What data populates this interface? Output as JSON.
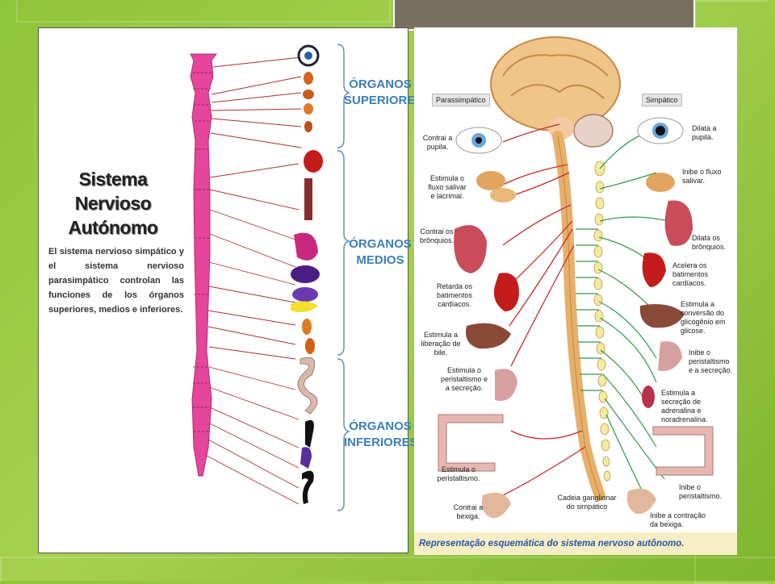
{
  "left_panel": {
    "title_line1": "Sistema Nervioso",
    "title_line2": "Autónomo",
    "description": "El sistema nervioso simpático y el sistema nervioso parasimpático controlan las funciones de los órganos superiores, medios e inferiores.",
    "groups": {
      "superior_line1": "ÓRGANOS",
      "superior_line2": "SUPERIORES",
      "medio_line1": "ÓRGANOS",
      "medio_line2": "MEDIOS",
      "inferior_line1": "ÓRGANOS",
      "inferior_line2": "INFERIORES"
    }
  },
  "right_panel": {
    "header_left": "Parassimpático",
    "header_right": "Simpático",
    "left_labels": {
      "pupila": "Contrai a pupila.",
      "salivar": "Estimula o fluxo salivar e lacrimal.",
      "bronquios": "Contrai os brônquios.",
      "cardiacos": "Retarda os batimentos cardíacos.",
      "bile": "Estimula a liberação de bile.",
      "peristaltismo_sec": "Estimula o peristaltismo e a secreção.",
      "peristaltismo": "Estimula o peristaltismo.",
      "bexiga": "Contrai a bexiga."
    },
    "right_labels": {
      "pupila": "Dilata a pupila.",
      "salivar": "Inibe o fluxo salivar.",
      "bronquios": "Dilata os brônquios.",
      "cardiacos": "Acelera os batimentos cardíacos.",
      "glicogenio": "Estimula a conversão do glicogênio em glicose.",
      "peristaltismo_sec": "Inibe o peristaltismo e a secreção.",
      "adrenalina": "Estimula a secreção de adrenalina e noradrenalina.",
      "peristaltismo": "Inibe o peristaltismo.",
      "bexiga": "Inibe a contração da bexiga."
    },
    "cadeia": "Cadeia ganglionar do simpático",
    "caption": "Representação esquemática do sistema nervoso autônomo."
  },
  "colors": {
    "background": "#9ccb45",
    "spine_pink": "#e6459c",
    "group_blue": "#3b7fb8",
    "parasympathetic_red": "#cc2b2b",
    "sympathetic_green": "#2e9a4a"
  }
}
